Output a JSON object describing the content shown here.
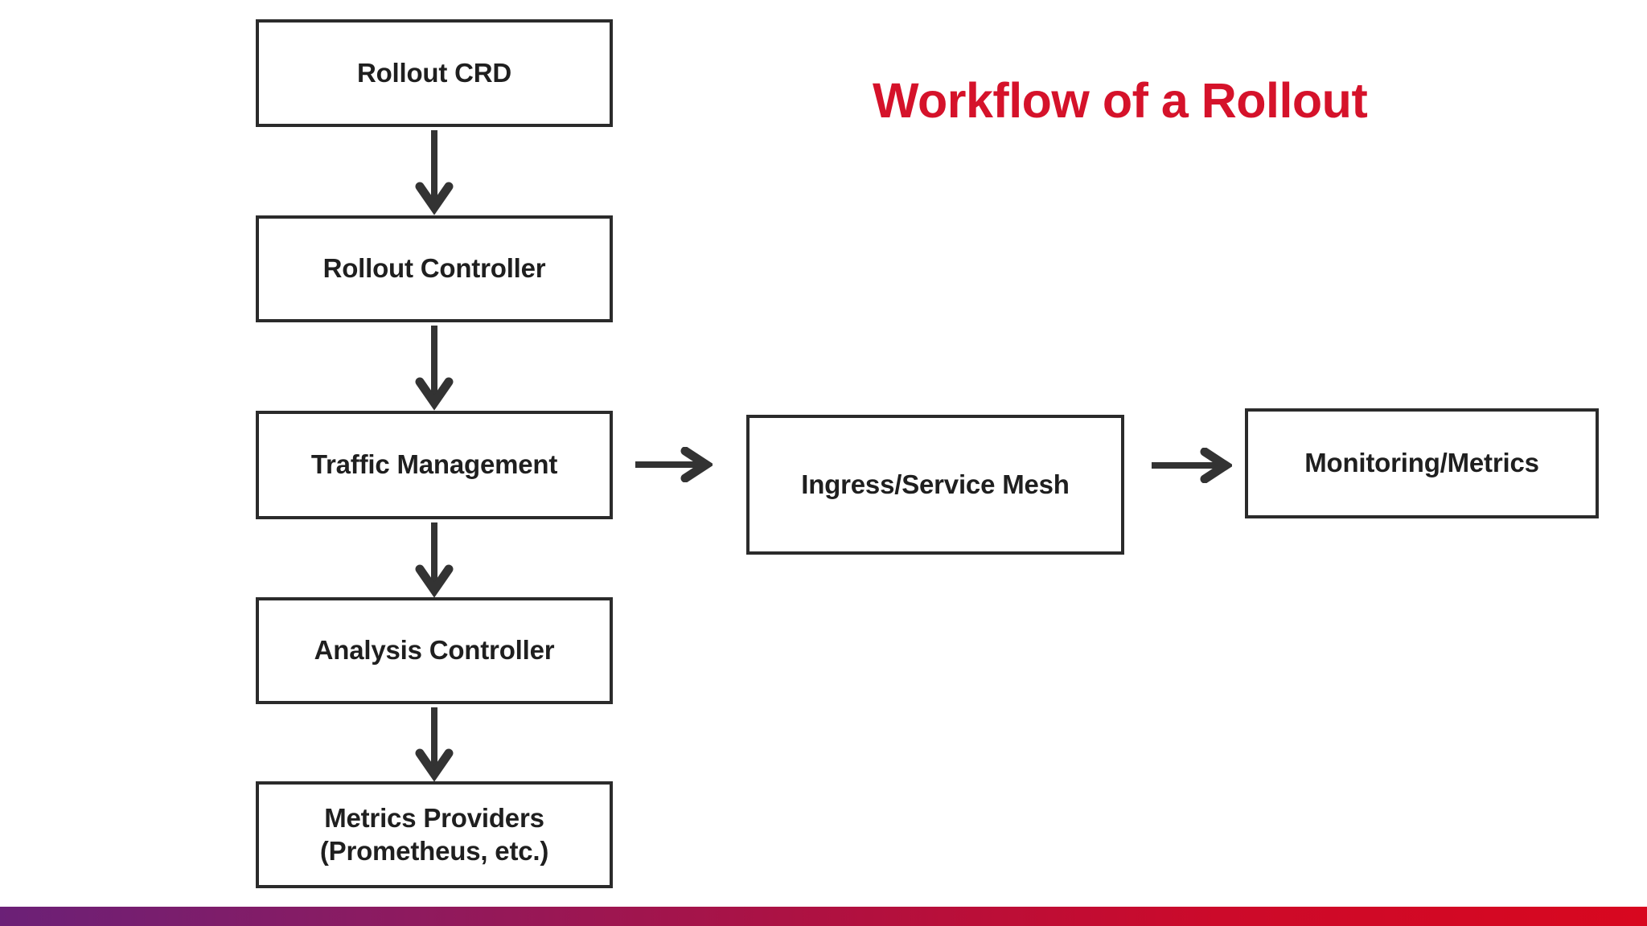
{
  "slide": {
    "title": "Workflow of a Rollout",
    "title_color": "#D5122A",
    "background_color": "#FFFFFF"
  },
  "diagram": {
    "box_border_color": "#2B2B2B",
    "box_fill_color": "#FFFFFF",
    "box_text_color": "#1F1F1F",
    "arrow_color": "#333333",
    "nodes": [
      {
        "id": "rollout-crd",
        "label": "Rollout CRD"
      },
      {
        "id": "rollout-controller",
        "label": "Rollout Controller"
      },
      {
        "id": "traffic-management",
        "label": "Traffic Management"
      },
      {
        "id": "analysis-controller",
        "label": "Analysis Controller"
      },
      {
        "id": "metrics-providers",
        "label": "Metrics Providers\n(Prometheus, etc.)"
      },
      {
        "id": "ingress-service-mesh",
        "label": "Ingress/Service Mesh"
      },
      {
        "id": "monitoring-metrics",
        "label": "Monitoring/Metrics"
      }
    ],
    "edges": [
      {
        "from": "rollout-crd",
        "to": "rollout-controller",
        "direction": "down"
      },
      {
        "from": "rollout-controller",
        "to": "traffic-management",
        "direction": "down"
      },
      {
        "from": "traffic-management",
        "to": "analysis-controller",
        "direction": "down"
      },
      {
        "from": "analysis-controller",
        "to": "metrics-providers",
        "direction": "down"
      },
      {
        "from": "traffic-management",
        "to": "ingress-service-mesh",
        "direction": "right"
      },
      {
        "from": "ingress-service-mesh",
        "to": "monitoring-metrics",
        "direction": "right"
      }
    ]
  },
  "footer": {
    "gradient_start_color": "#6B2077",
    "gradient_end_color": "#D8071F"
  }
}
